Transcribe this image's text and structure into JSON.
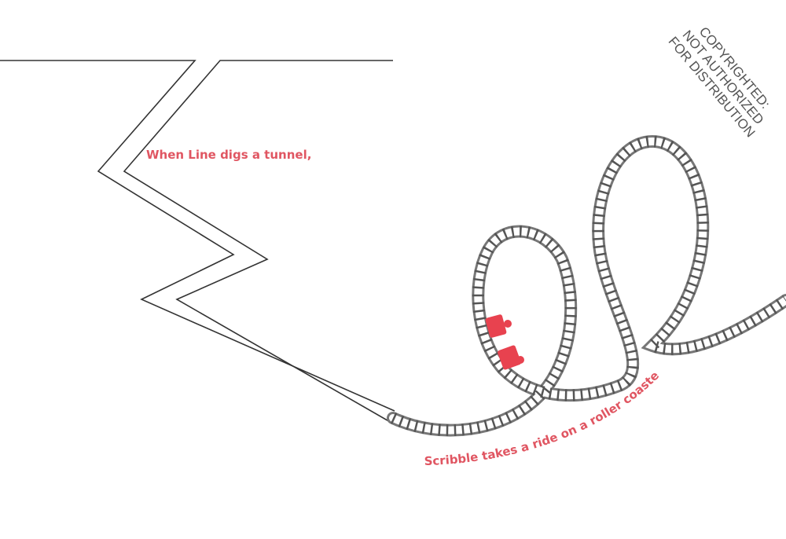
{
  "captions": {
    "tunnel": "When Line digs a tunnel,",
    "coaster": "Scribble takes a ride on a roller coaster."
  },
  "watermark": {
    "line1": "COPYRIGHTED:",
    "line2": "NOT AUTHORIZED",
    "line3": "FOR DISTRIBUTION"
  },
  "colors": {
    "caption": "#e05662",
    "line": "#333333",
    "track": "#6b6b6b",
    "car": "#e8424f"
  }
}
